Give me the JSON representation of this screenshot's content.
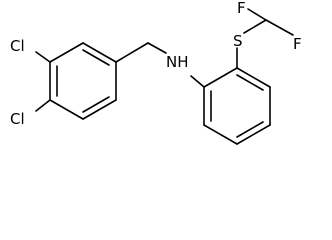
{
  "molecule": {
    "atom_labels": {
      "cl_upper": "Cl",
      "cl_lower": "Cl",
      "amine": "NH",
      "sulfur": "S",
      "fluorine_left": "F",
      "fluorine_right": "F"
    },
    "colors": {
      "bond": "#000000",
      "text": "#000000",
      "background": "#ffffff"
    }
  }
}
